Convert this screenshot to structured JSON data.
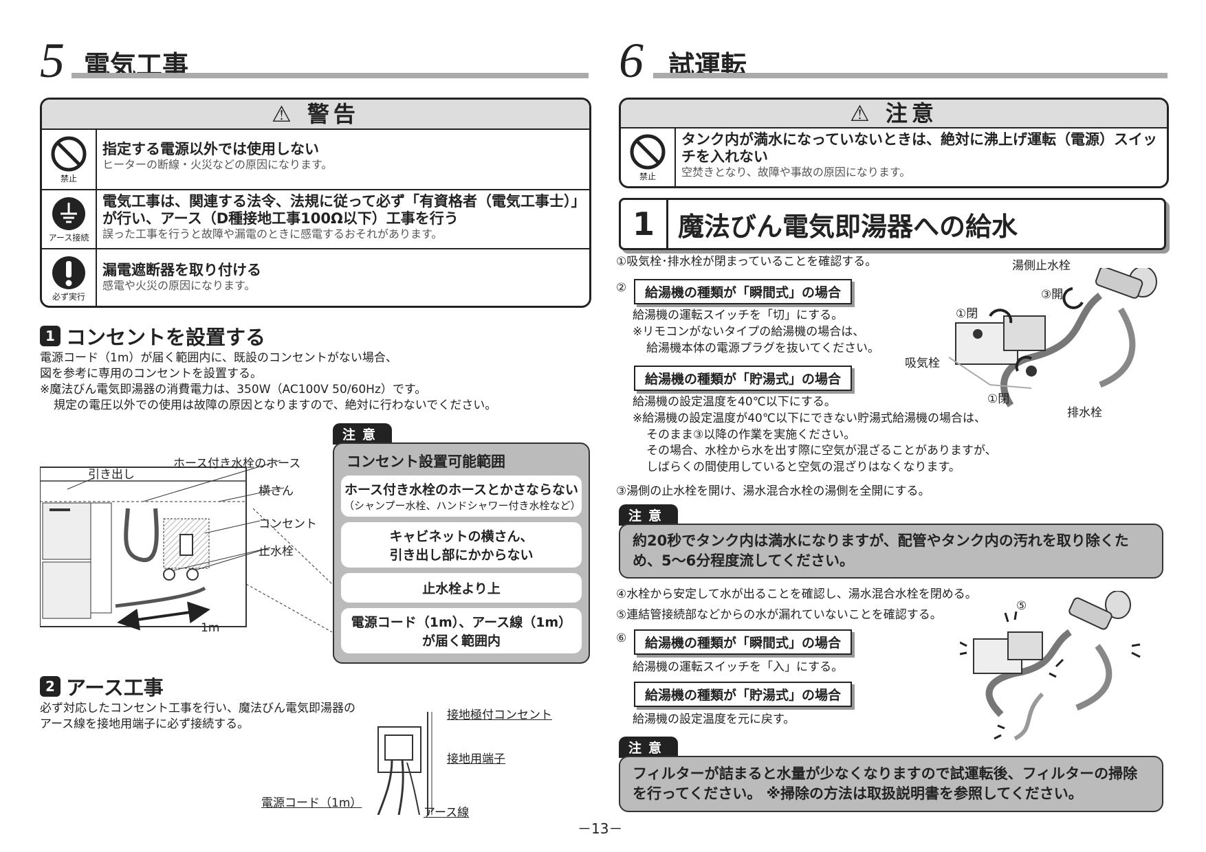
{
  "left": {
    "section_number": "5",
    "section_title": "電気工事",
    "warning": {
      "header": "警告",
      "rows": [
        {
          "icon_label": "禁止",
          "main": "指定する電源以外では使用しない",
          "sub": "ヒーターの断線・火災などの原因になります。"
        },
        {
          "icon_label": "アース接続",
          "main": "電気工事は、関連する法令、法規に従って必ず「有資格者（電気工事士）」が行い、アース（D種接地工事100Ω以下）工事を行う",
          "sub": "誤った工事を行うと故障や漏電のときに感電するおそれがあります。"
        },
        {
          "icon_label": "必ず実行",
          "main": "漏電遮断器を取り付ける",
          "sub": "感電や火災の原因になります。"
        }
      ]
    },
    "sub1": {
      "badge": "1",
      "title": "コンセントを設置する",
      "lines": [
        "電源コード（1m）が届く範囲内に、既設のコンセントがない場合、",
        "図を参考に専用のコンセントを設置する。",
        "※魔法びん電気即湯器の消費電力は、350W（AC100V 50/60Hz）です。",
        "規定の電圧以外での使用は故障の原因となりますので、絶対に行わないでください。"
      ],
      "diagram_labels": {
        "drawer": "引き出し",
        "hose": "ホース付き水栓のホース",
        "side": "横さん",
        "outlet": "コンセント",
        "stopcock": "止水栓",
        "length": "1m"
      },
      "caution": {
        "tag": "注意",
        "title": "コンセント設置可能範囲",
        "items": [
          {
            "line1": "ホース付き水栓のホースとかさならない",
            "line2": "（シャンプー水栓、ハンドシャワー付き水栓など）"
          },
          {
            "line1": "キャビネットの横さん、",
            "line2": "引き出し部にかからない"
          },
          {
            "line1": "止水栓より上",
            "line2": ""
          },
          {
            "line1": "電源コード（1m）、アース線（1m）",
            "line2": "が届く範囲内"
          }
        ]
      }
    },
    "sub2": {
      "badge": "2",
      "title": "アース工事",
      "lines": [
        "必ず対応したコンセント工事を行い、魔法びん電気即湯器の",
        "アース線を接地用端子に必ず接続する。"
      ],
      "diagram_labels": {
        "outlet": "接地極付コンセント",
        "terminal": "接地用端子",
        "cord": "電源コード（1m）",
        "earth": "アース線"
      }
    }
  },
  "right": {
    "section_number": "6",
    "section_title": "試運転",
    "caution": {
      "header": "注意",
      "icon_label": "禁止",
      "main": "タンク内が満水になっていないときは、絶対に沸上げ運転（電源）スイッチを入れない",
      "sub": "空焚きとなり、故障や事故の原因になります。"
    },
    "step": {
      "number": "1",
      "title": "魔法びん電気即湯器への給水"
    },
    "item1": "①吸気栓･排水栓が閉まっていることを確認する。",
    "item2_marker": "②",
    "instant_label": "給湯機の種類が「瞬間式」の場合",
    "storage_label": "給湯機の種類が「貯湯式」の場合",
    "item2_instant": [
      "給湯機の運転スイッチを「切」にする。",
      "※リモコンがないタイプの給湯機の場合は、",
      "給湯機本体の電源プラグを抜いてください。"
    ],
    "item2_storage": [
      "給湯機の設定温度を40℃以下にする。",
      "※給湯機の設定温度が40℃以下にできない貯湯式給湯機の場合は、",
      "そのまま③以降の作業を実施ください。",
      "その場合、水栓から水を出す際に空気が混ざることがありますが、",
      "しばらくの間使用していると空気の混ざりはなくなります。"
    ],
    "item3": "③湯側の止水栓を開け、湯水混合水栓の湯側を全開にする。",
    "fig1_labels": {
      "hot_stop": "湯側止水栓",
      "open3": "③開",
      "closed1a": "①閉",
      "intake": "吸気栓",
      "closed1b": "①閉",
      "drain": "排水栓"
    },
    "note1": {
      "tag": "注意",
      "text": "約20秒でタンク内は満水になりますが、配管やタンク内の汚れを取り除くため、5～6分程度流してください。"
    },
    "item4": "④水栓から安定して水が出ることを確認し、湯水混合水栓を閉める。",
    "item5": "⑤連結管接続部などからの水が漏れていないことを確認する。",
    "item6_marker": "⑥",
    "item6_instant": "給湯機の運転スイッチを「入」にする。",
    "item6_storage": "給湯機の設定温度を元に戻す。",
    "fig2_label": "⑤",
    "note2": {
      "tag": "注意",
      "text": "フィルターが詰まると水量が少なくなりますので試運転後、フィルターの掃除を行ってください。 ※掃除の方法は取扱説明書を参照してください。"
    }
  },
  "page_number": "－13－"
}
